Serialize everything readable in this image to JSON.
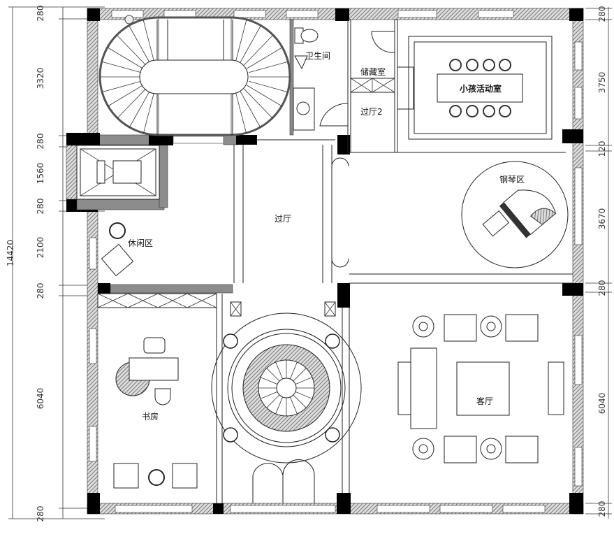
{
  "rooms": {
    "bathroom": "卫生间",
    "storage": "储藏室",
    "kids_room": "小孩活动室",
    "hall2": "过厅2",
    "piano": "钢琴区",
    "hall": "过厅",
    "lounge": "休闲区",
    "study": "书房",
    "living": "客厅"
  },
  "dimensions": {
    "total": "14420",
    "left": [
      "280",
      "3320",
      "280",
      "1560",
      "280",
      "2100",
      "280",
      "6040",
      "280"
    ],
    "right": [
      "280",
      "3750",
      "120",
      "3670",
      "280",
      "6040",
      "280"
    ]
  },
  "colors": {
    "wall": "#000000",
    "hatch": "#8c8c8c",
    "line": "#222222"
  }
}
